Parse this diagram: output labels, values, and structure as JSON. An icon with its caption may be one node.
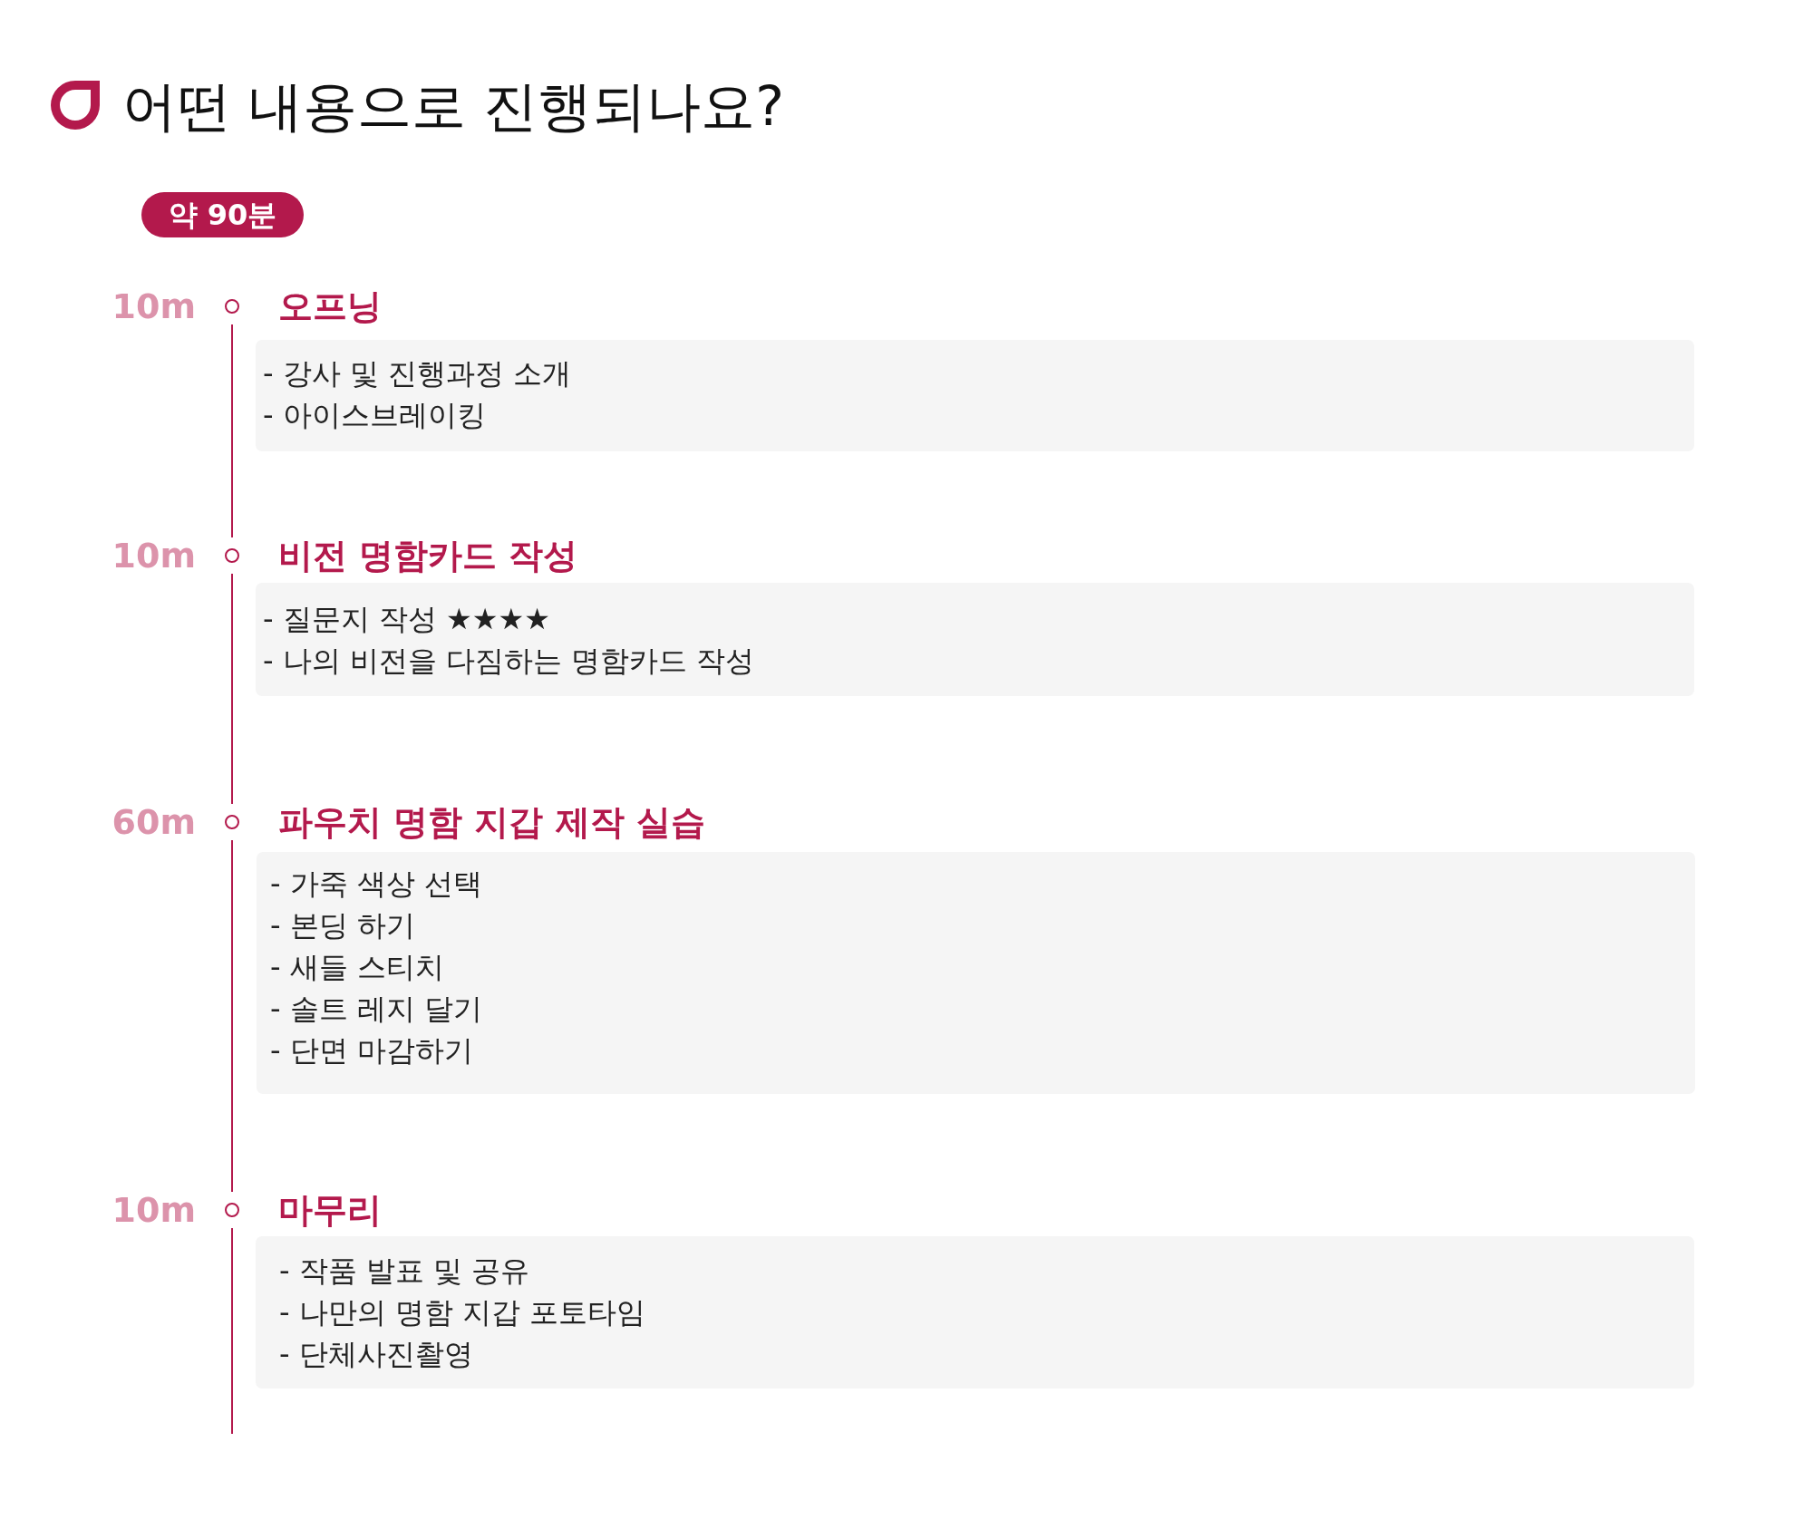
{
  "diagram": {
    "title": "어떤 내용으로 진행되나요?",
    "nodes": [
      {
        "text": [
          "약 90분"
        ]
      },
      {
        "text": [],
        "shape": "circle",
        "beside": [
          "10m"
        ]
      },
      {
        "text": [
          "오프닝",
          "- 강사 및 진행과정 소개",
          "- 아이스브레이킹"
        ]
      },
      {
        "text": [],
        "shape": "circle",
        "beside": [
          "10m"
        ]
      },
      {
        "text": [
          "비전 명함카드 작성",
          "- 질문지 작성 ★★★★",
          "- 나의 비전을 다짐하는 명함카드 작성"
        ]
      },
      {
        "text": [],
        "shape": "circle",
        "beside": [
          "60m"
        ]
      },
      {
        "text": [
          "파우치 명함 지갑 제작 실습",
          "- 가죽 색상 선택",
          "- 본딩 하기",
          "- 새들 스티치",
          "- 솔트 레지 달기",
          "- 단면 마감하기"
        ]
      },
      {
        "text": [],
        "shape": "circle",
        "beside": [
          "10m"
        ]
      },
      {
        "text": [
          "마무리",
          "- 작품 발표 및 공유",
          "- 나만의 명함 지갑 포토타임",
          "- 단체사진촬영"
        ]
      }
    ],
    "edges": [
      {
        "from": 1,
        "to": 3,
        "arrow": "none"
      },
      {
        "from": 3,
        "to": 5,
        "arrow": "none"
      },
      {
        "from": 5,
        "to": 7,
        "arrow": "none"
      },
      {
        "from": 7,
        "to": null,
        "arrow": "none"
      }
    ]
  }
}
